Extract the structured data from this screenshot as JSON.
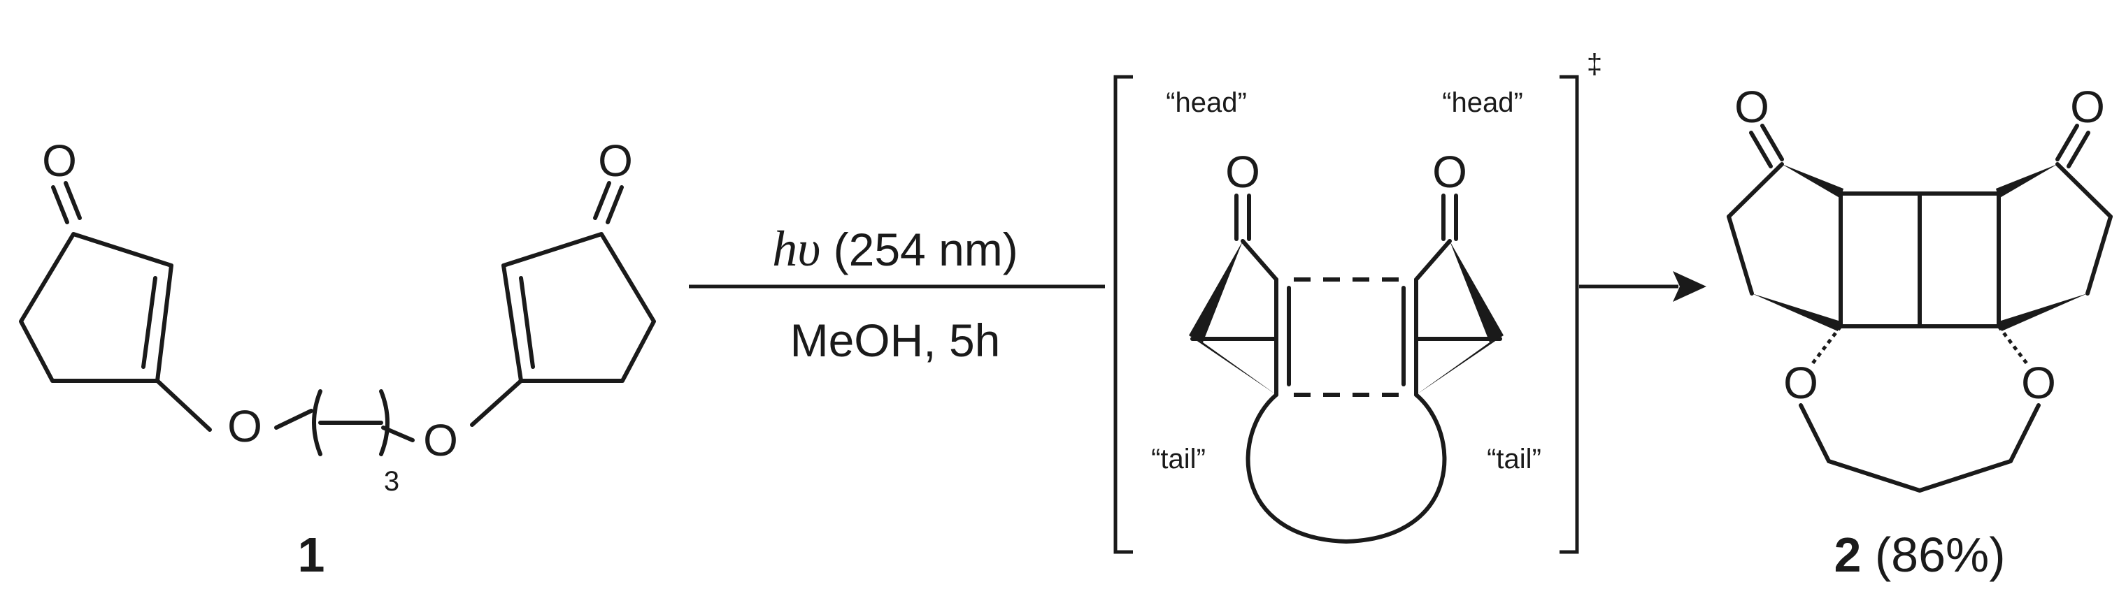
{
  "compound1": {
    "number": "1",
    "atom_o_left_carbonyl": "O",
    "atom_o_right_carbonyl": "O",
    "atom_o_ether_left": "O",
    "atom_o_ether_right": "O",
    "chain_subscript": "3"
  },
  "reaction": {
    "reagent_symbol": "hυ",
    "reagent_detail": " (254 nm)",
    "solvent_time": "MeOH, 5h"
  },
  "transition_state": {
    "label_head_left": "“head”",
    "label_head_right": "“head”",
    "label_tail_left": "“tail”",
    "label_tail_right": "“tail”",
    "atom_o_left": "O",
    "atom_o_right": "O",
    "ts_symbol": "‡"
  },
  "product2": {
    "number": "2",
    "yield": " (86%)",
    "atom_o_left_carbonyl": "O",
    "atom_o_right_carbonyl": "O",
    "atom_o_ether_left": "O",
    "atom_o_ether_right": "O"
  }
}
